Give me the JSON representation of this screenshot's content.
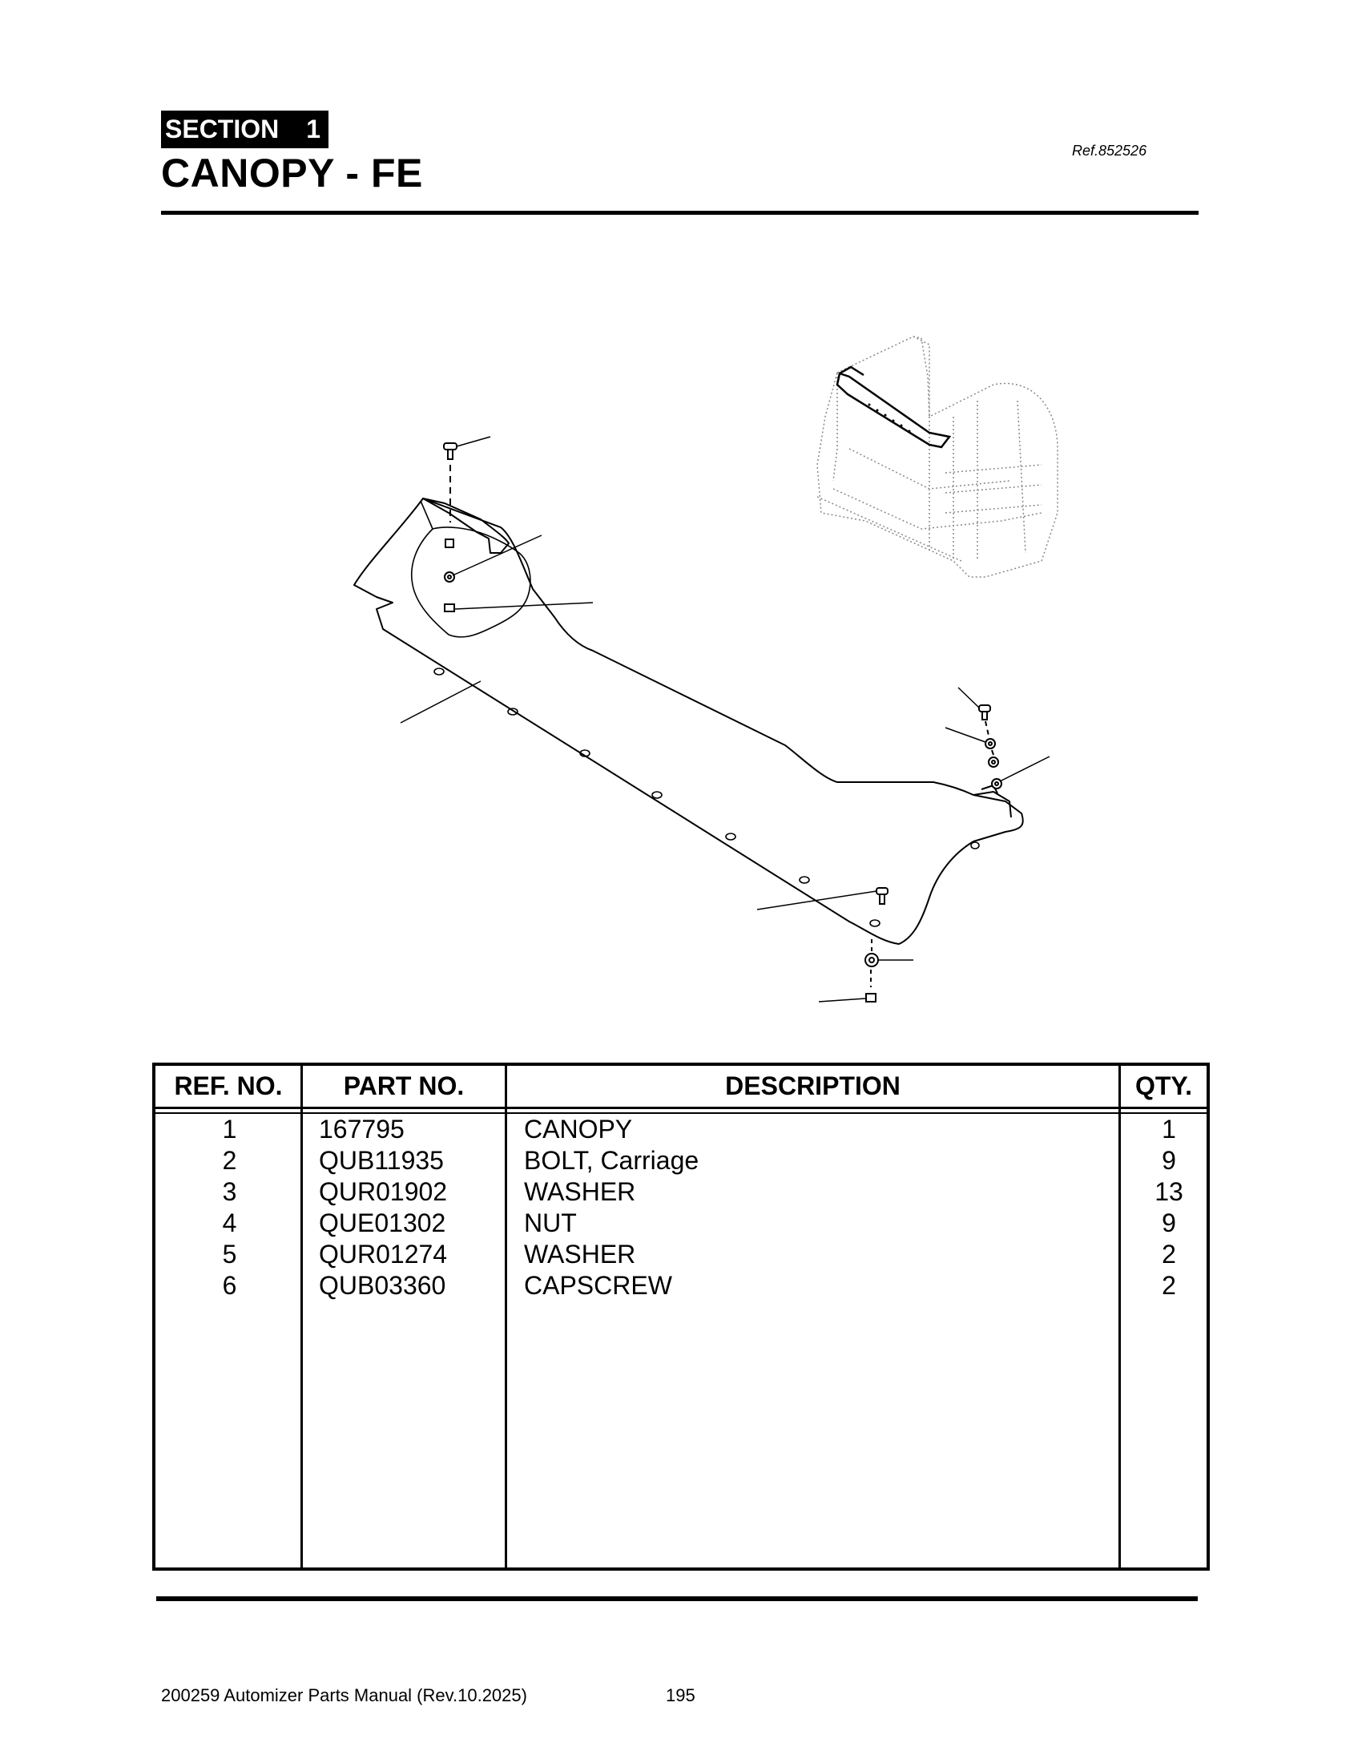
{
  "header": {
    "section_label": "SECTION",
    "section_number": "1",
    "title": "CANOPY - FE",
    "ref": "Ref.852526"
  },
  "table": {
    "headers": {
      "ref": "REF. NO.",
      "part": "PART NO.",
      "desc": "DESCRIPTION",
      "qty": "QTY."
    },
    "rows": [
      {
        "ref": "1",
        "part": "167795",
        "desc": "CANOPY",
        "qty": "1"
      },
      {
        "ref": "2",
        "part": "QUB11935",
        "desc": "BOLT, Carriage",
        "qty": "9"
      },
      {
        "ref": "3",
        "part": "QUR01902",
        "desc": "WASHER",
        "qty": "13"
      },
      {
        "ref": "4",
        "part": "QUE01302",
        "desc": "NUT",
        "qty": "9"
      },
      {
        "ref": "5",
        "part": "QUR01274",
        "desc": "WASHER",
        "qty": "2"
      },
      {
        "ref": "6",
        "part": "QUB03360",
        "desc": "CAPSCREW",
        "qty": "2"
      }
    ]
  },
  "footer": {
    "manual": "200259 Automizer Parts Manual (Rev.10.2025)",
    "page": "195"
  }
}
